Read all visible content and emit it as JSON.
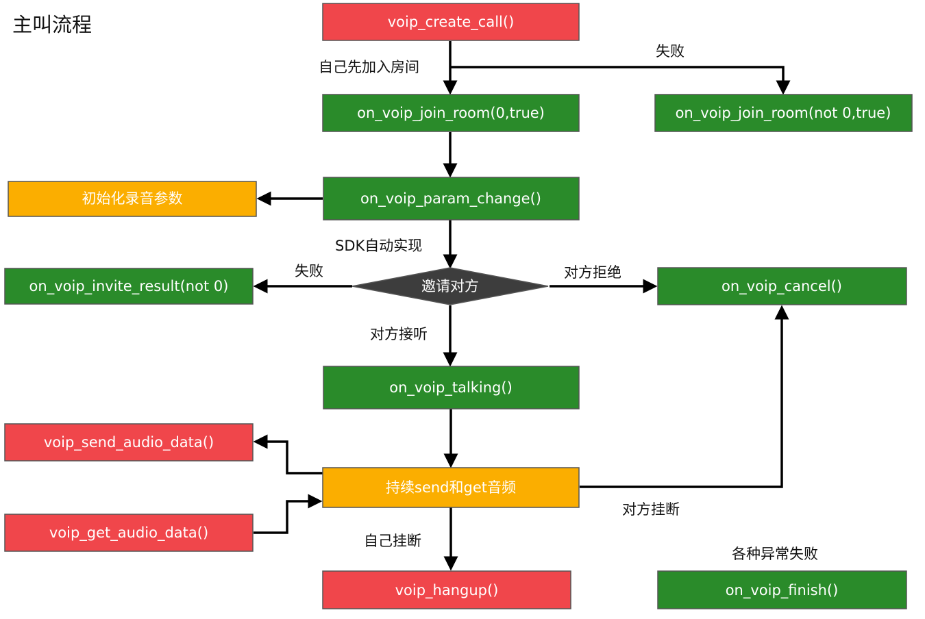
{
  "title": "主叫流程",
  "colors": {
    "red": "#f0464b",
    "green": "#2a8b2a",
    "orange": "#fbae00",
    "diamond": "#3d3d3d",
    "edge": "#000000"
  },
  "nodes": {
    "create_call": {
      "label": "voip_create_call()",
      "color": "red"
    },
    "join_room_ok": {
      "label": "on_voip_join_room(0,true)",
      "color": "green"
    },
    "join_room_fail": {
      "label": "on_voip_join_room(not 0,true)",
      "color": "green"
    },
    "param_change": {
      "label": "on_voip_param_change()",
      "color": "green"
    },
    "init_params": {
      "label": "初始化录音参数",
      "color": "orange"
    },
    "invite": {
      "label": "邀请对方",
      "color": "diamond"
    },
    "invite_result": {
      "label": "on_voip_invite_result(not 0)",
      "color": "green"
    },
    "cancel": {
      "label": "on_voip_cancel()",
      "color": "green"
    },
    "talking": {
      "label": "on_voip_talking()",
      "color": "green"
    },
    "send_audio": {
      "label": "voip_send_audio_data()",
      "color": "red"
    },
    "get_audio": {
      "label": "voip_get_audio_data()",
      "color": "red"
    },
    "loop_audio": {
      "label": "持续send和get音频",
      "color": "orange"
    },
    "hangup": {
      "label": "voip_hangup()",
      "color": "red"
    },
    "finish": {
      "label": "on_voip_finish()",
      "color": "green"
    }
  },
  "edge_labels": {
    "join_self": "自己先加入房间",
    "join_fail": "失败",
    "sdk_auto": "SDK自动实现",
    "invite_fail": "失败",
    "peer_reject": "对方拒绝",
    "peer_answer": "对方接听",
    "peer_hangup": "对方挂断",
    "self_hangup": "自己挂断",
    "abnormal_fail": "各种异常失败"
  }
}
